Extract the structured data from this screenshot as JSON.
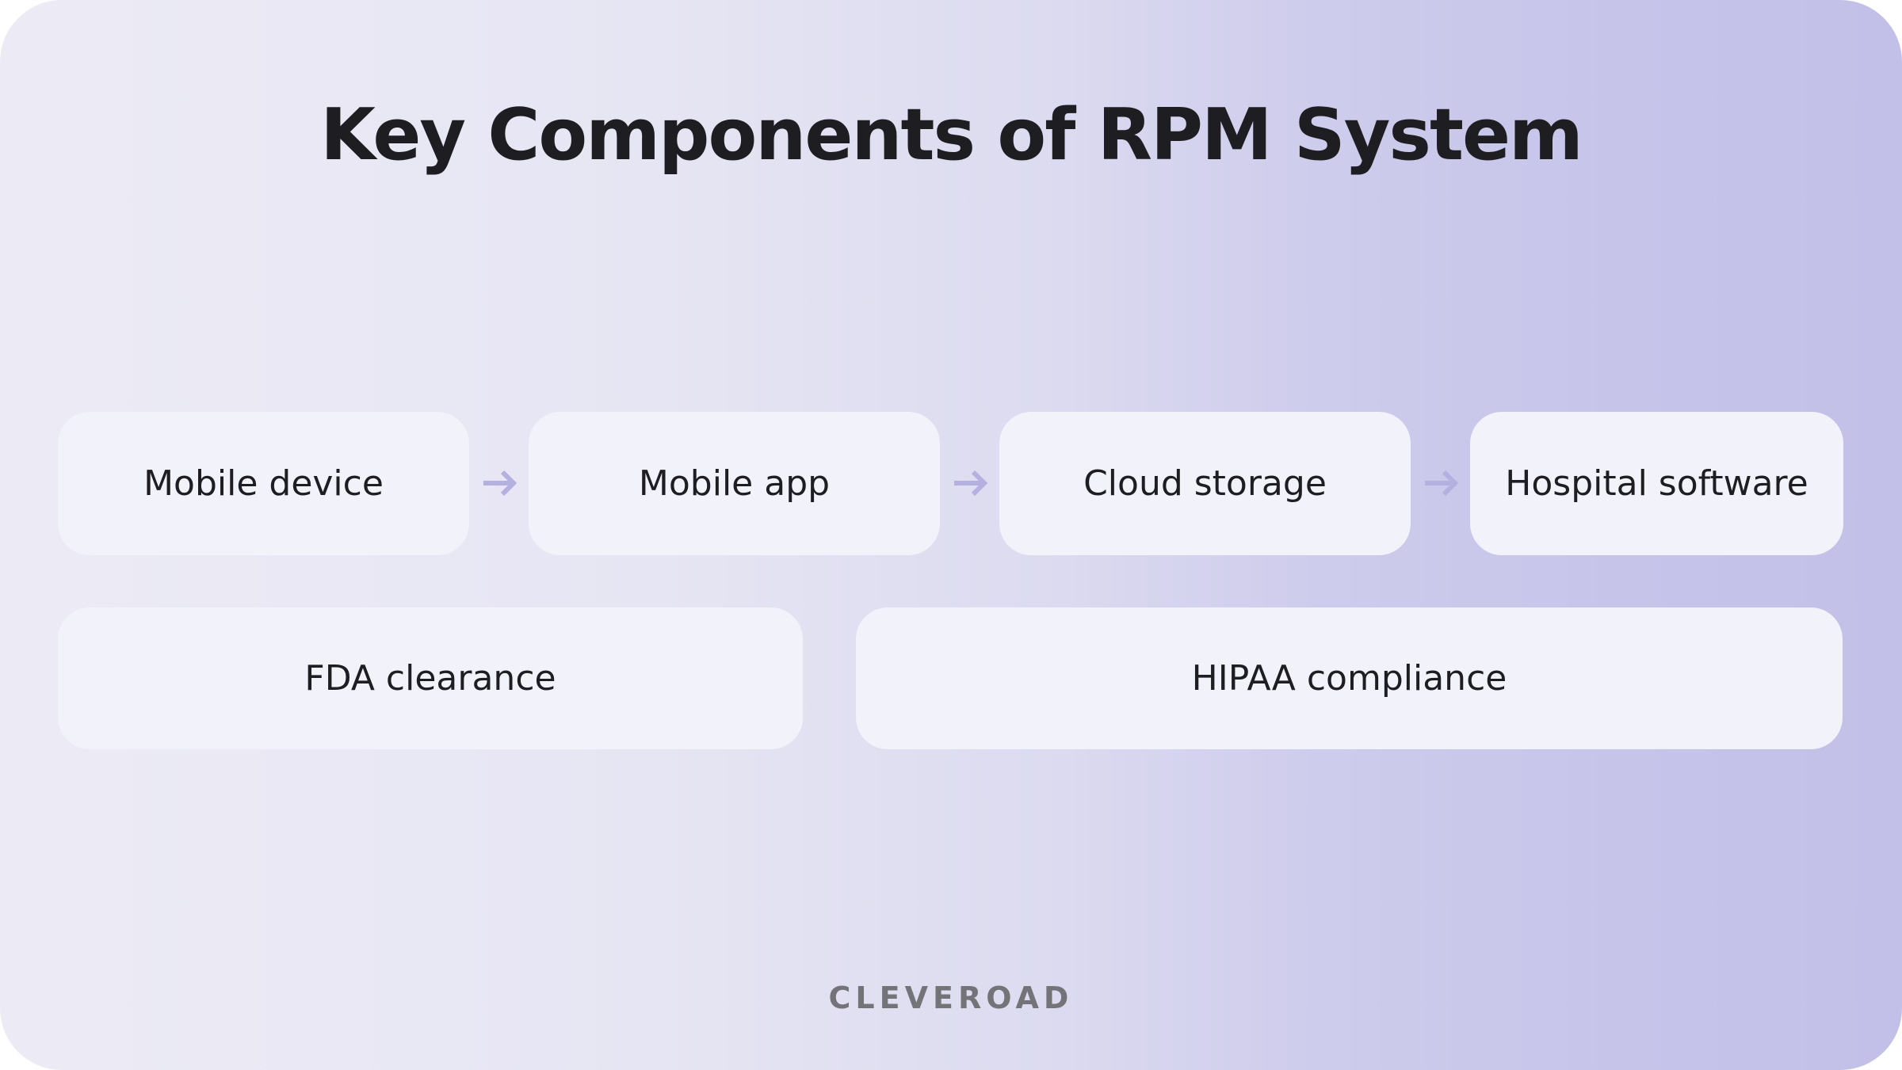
{
  "title": "Key Components of RPM System",
  "flow": [
    {
      "label": "Mobile device"
    },
    {
      "label": "Mobile app"
    },
    {
      "label": "Cloud storage"
    },
    {
      "label": "Hospital software"
    }
  ],
  "requirements": [
    {
      "label": "FDA clearance"
    },
    {
      "label": "HIPAA compliance"
    }
  ],
  "logo": "CLEVEROAD",
  "colors": {
    "arrow": "#b4b1e0",
    "box": "#f2f2fb",
    "text": "#1e1e22"
  }
}
